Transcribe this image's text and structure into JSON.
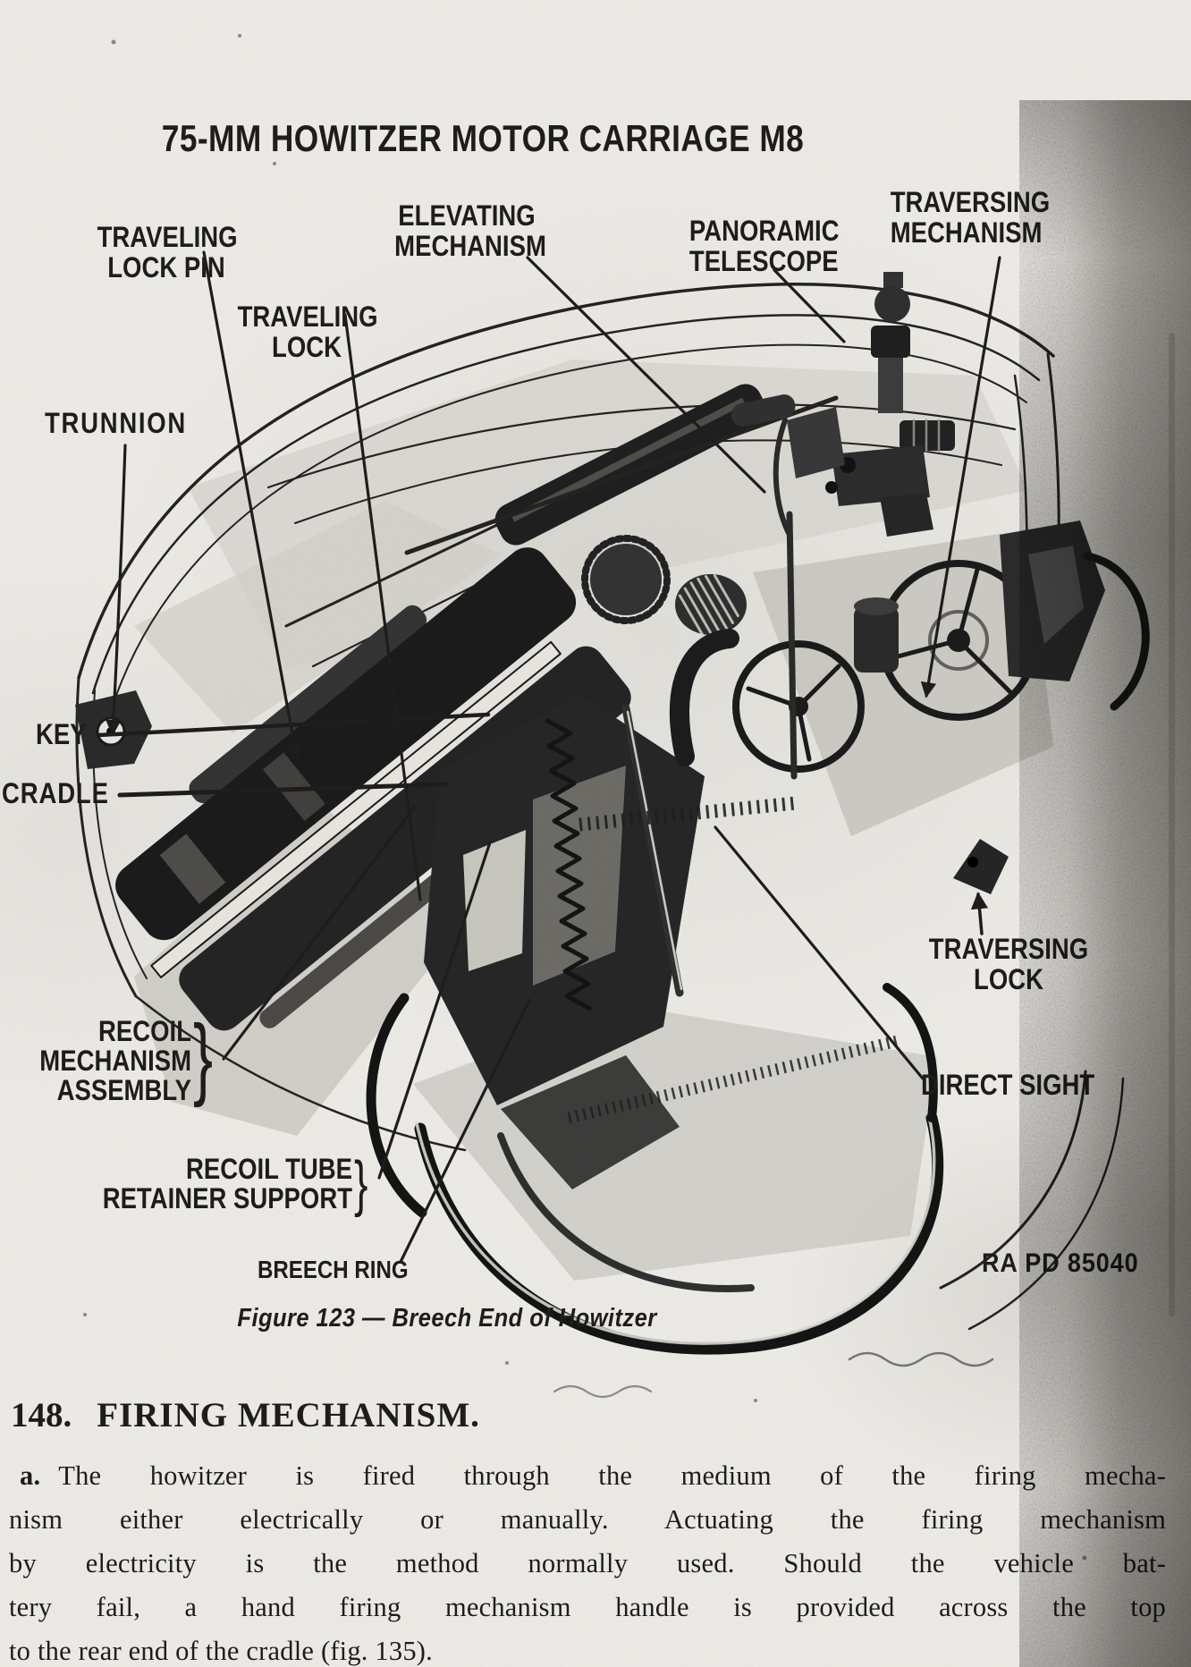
{
  "page": {
    "header": "75-MM HOWITZER MOTOR CARRIAGE M8",
    "figure": {
      "caption": "Figure 123 — Breech End of Howitzer",
      "credit": "RA PD 85040",
      "labels": {
        "traveling_lock_pin": {
          "line1": "TRAVELING",
          "line2": "LOCK PIN"
        },
        "traveling_lock": {
          "line1": "TRAVELING",
          "line2": "LOCK"
        },
        "trunnion": {
          "text": "TRUNNION"
        },
        "elevating_mechanism": {
          "line1": "ELEVATING",
          "line2": "MECHANISM"
        },
        "panoramic_telescope": {
          "line1": "PANORAMIC",
          "line2": "TELESCOPE"
        },
        "traversing_mechanism": {
          "line1": "TRAVERSING",
          "line2": "MECHANISM"
        },
        "key": {
          "text": "KEY"
        },
        "cradle": {
          "text": "CRADLE"
        },
        "recoil_mechanism_assembly": {
          "line1": "RECOIL",
          "line2": "MECHANISM",
          "line3": "ASSEMBLY",
          "brace": "}"
        },
        "recoil_tube_retainer_support": {
          "line1": "RECOIL TUBE",
          "line2": "RETAINER SUPPORT",
          "brace": "}"
        },
        "breech_ring": {
          "text": "BREECH RING"
        },
        "traversing_lock": {
          "line1": "TRAVERSING",
          "line2": "LOCK"
        },
        "direct_sight": {
          "text": "DIRECT SIGHT"
        }
      }
    },
    "section": {
      "number": "148.",
      "title": "FIRING MECHANISM.",
      "para_label": "a.",
      "lines": [
        "The howitzer is fired through the medium of the firing mecha-",
        "nism either electrically or manually. Actuating the firing mechanism",
        "by electricity is the method normally used. Should the vehicle bat-",
        "tery fail, a hand firing mechanism handle is provided across the top",
        "to the rear end of the cradle (fig. 135)."
      ]
    },
    "colors": {
      "ink": "#1e1d1b",
      "paper": "#eeece7",
      "scan_band": "#8f8d87"
    }
  }
}
